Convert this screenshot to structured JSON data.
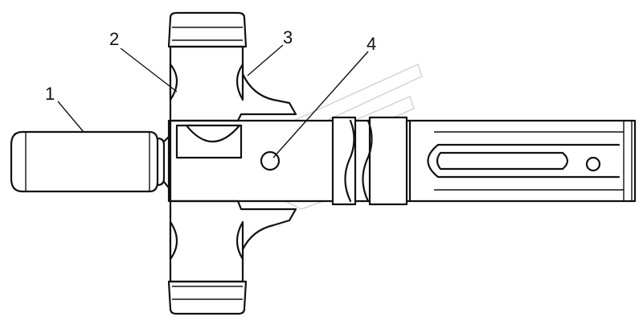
{
  "callouts": [
    {
      "label": "1"
    },
    {
      "label": "2"
    },
    {
      "label": "3"
    },
    {
      "label": "4"
    }
  ],
  "colors": {
    "line": "#111111",
    "background": "#ffffff",
    "watermark": "#cfcfcf"
  }
}
